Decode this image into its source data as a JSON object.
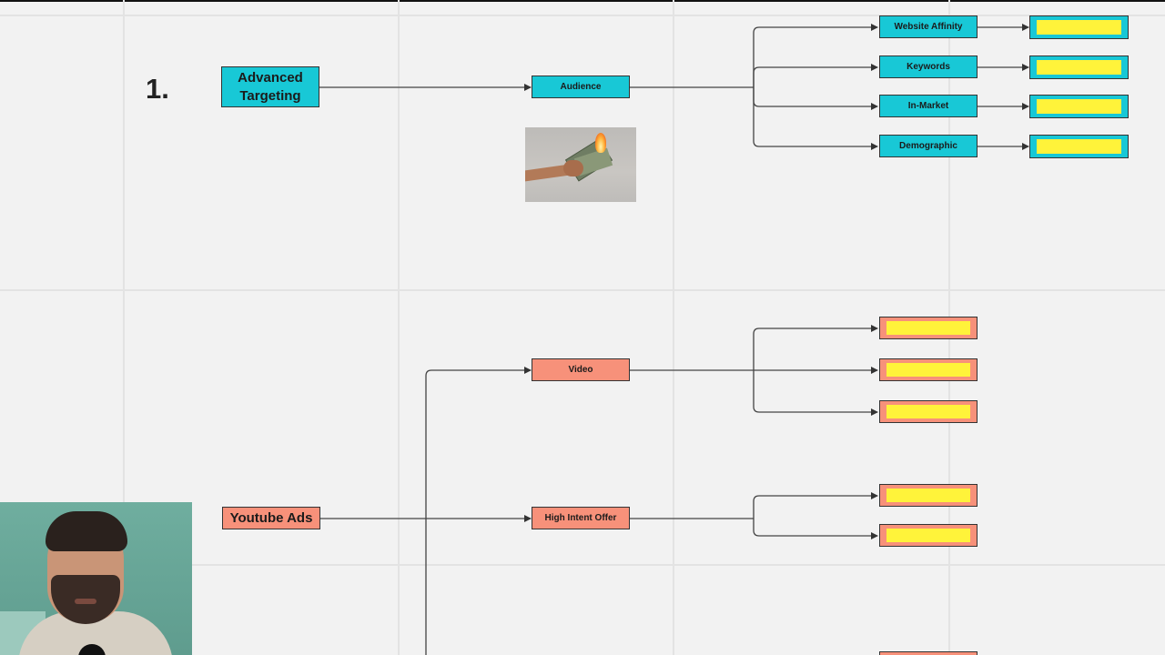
{
  "diagram": {
    "step_number": "1.",
    "top_section": {
      "root": "Advanced Targeting",
      "audience": "Audience",
      "targets": [
        "Website Affinity",
        "Keywords",
        "In-Market",
        "Demographic"
      ]
    },
    "bottom_section": {
      "root": "Youtube Ads",
      "branches": [
        "Video",
        "High Intent Offer"
      ]
    }
  },
  "colors": {
    "cyan": "#18c8d6",
    "salmon": "#f7917a",
    "highlight_yellow": "#fff33a",
    "canvas": "#f2f2f2"
  },
  "icons": {
    "photo": "burning-money-photo",
    "webcam": "presenter-webcam"
  }
}
